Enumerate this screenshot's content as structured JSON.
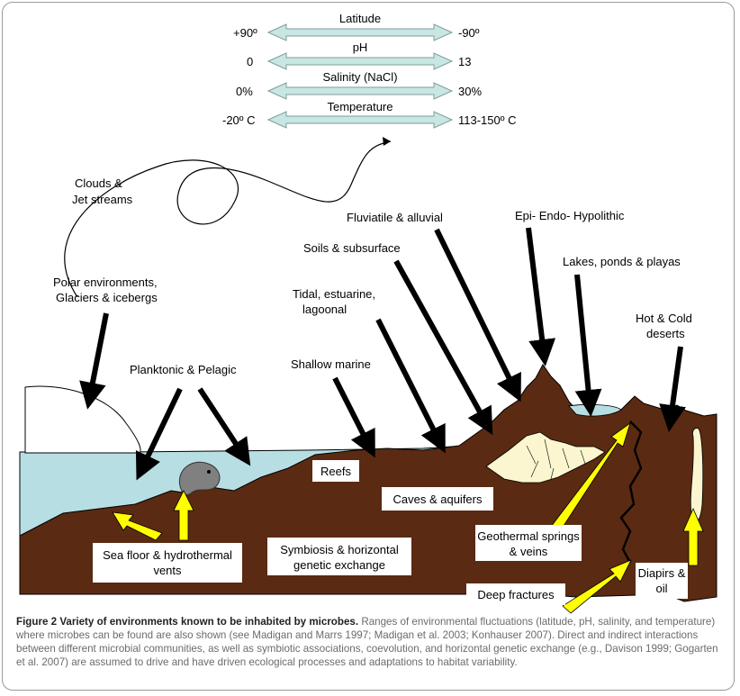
{
  "scales": [
    {
      "title": "Latitude",
      "left": "+90º",
      "right": "-90º"
    },
    {
      "title": "pH",
      "left": "0",
      "right": "13"
    },
    {
      "title": "Salinity (NaCl)",
      "left": "0%",
      "right": "30%"
    },
    {
      "title": "Temperature",
      "left": "-20º C",
      "right": "113-150º C"
    }
  ],
  "labels": {
    "clouds_1": "Clouds &",
    "clouds_2": "Jet streams",
    "polar_1": "Polar environments,",
    "polar_2": "Glaciers & icebergs",
    "planktonic": "Planktonic & Pelagic",
    "shallow_marine": "Shallow marine",
    "tidal_1": "Tidal, estuarine,",
    "tidal_2": "lagoonal",
    "soils": "Soils & subsurface",
    "fluviatile": "Fluviatile & alluvial",
    "epi": "Epi- Endo- Hypolithic",
    "lakes": "Lakes, ponds & playas",
    "deserts_1": "Hot & Cold",
    "deserts_2": "deserts",
    "reefs": "Reefs",
    "caves": "Caves & aquifers",
    "seafloor_1": "Sea floor & hydrothermal",
    "seafloor_2": "vents",
    "symbiosis_1": "Symbiosis & horizontal",
    "symbiosis_2": "genetic exchange",
    "geothermal_1": "Geothermal springs",
    "geothermal_2": "& veins",
    "deep_fractures": "Deep fractures",
    "diapirs_1": "Diapirs &",
    "diapirs_2": "oil"
  },
  "caption": {
    "lead": "Figure 2 Variety of environments known to be inhabited by microbes.",
    "body": " Ranges of environmental fluctuations (latitude, pH, salinity, and temperature) where microbes can be found are also shown (see Madigan and Marrs 1997; Madigan et al. 2003; Konhauser 2007). Direct and indirect interactions between different microbial communities, as well as symbiotic associations, coevolution, and horizontal genetic exchange (e.g., Davison 1999; Gogarten et al. 2007) are assumed to drive and have driven ecological processes and adaptations to habitat variability."
  },
  "colors": {
    "earth": "#5a2a12",
    "water": "#b7dfe3",
    "scale_arrow": "#c8e6e3",
    "yellow_arrow": "#ffff00",
    "crystal": "#fbf6cf",
    "ice": "#ffffff"
  }
}
